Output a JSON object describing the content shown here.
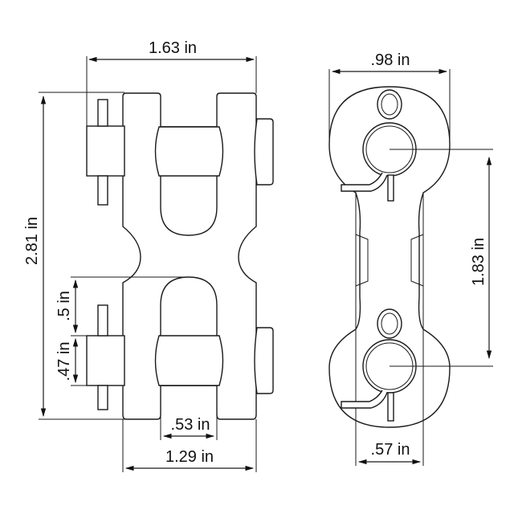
{
  "diagram": {
    "type": "technical-dimension-drawing",
    "subject": "swivel shackle connector (front and side views)",
    "line_color": "#1a1a1a",
    "background": "#ffffff",
    "front_view": {
      "overall_width": "1.63 in",
      "overall_height": "2.81 in",
      "pin_offset": ".5 in",
      "pin_width": ".47 in",
      "jaw_opening": ".53 in",
      "body_width": "1.29 in"
    },
    "side_view": {
      "eye_width": ".98 in",
      "center_to_center": "1.83 in",
      "shank_width": ".57 in"
    }
  }
}
